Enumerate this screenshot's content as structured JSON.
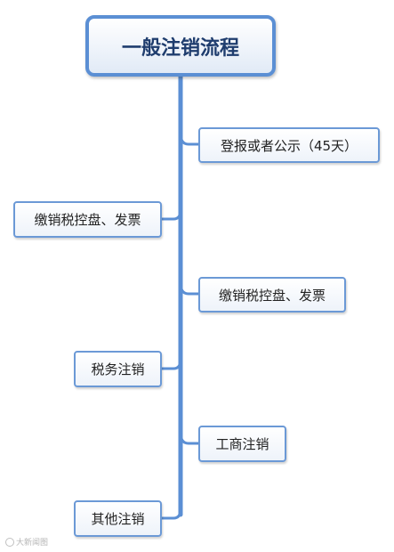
{
  "root": {
    "label": "一般注销流程"
  },
  "branches": [
    {
      "label": "登报或者公示（45天）",
      "side": "right"
    },
    {
      "label": "缴销税控盘、发票",
      "side": "left"
    },
    {
      "label": "缴销税控盘、发票",
      "side": "right"
    },
    {
      "label": "税务注销",
      "side": "left"
    },
    {
      "label": "工商注销",
      "side": "right"
    },
    {
      "label": "其他注销",
      "side": "left"
    }
  ],
  "watermark": {
    "text": "大新闻图"
  },
  "colors": {
    "connector": "#5b8fd4",
    "node_border": "#6b99d6",
    "root_text": "#1f3d6e"
  }
}
